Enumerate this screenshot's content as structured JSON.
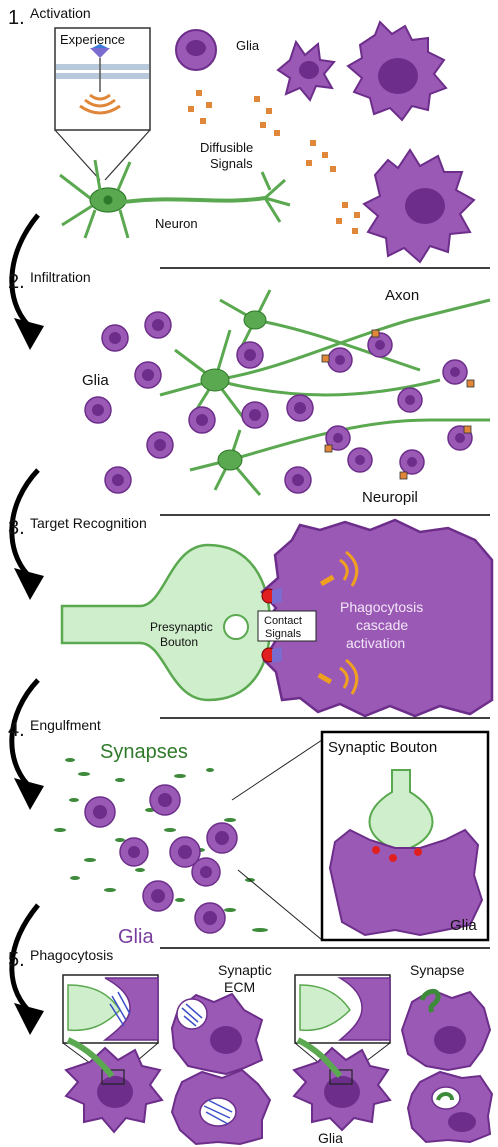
{
  "panels": [
    {
      "number": "1.",
      "title": "Activation"
    },
    {
      "number": "2.",
      "title": "Infiltration"
    },
    {
      "number": "3.",
      "title": "Target Recognition"
    },
    {
      "number": "4.",
      "title": "Engulfment"
    },
    {
      "number": "5.",
      "title": "Phagocytosis"
    }
  ],
  "p1": {
    "inset_title": "Experience",
    "glia": "Glia",
    "signals_line1": "Diffusible",
    "signals_line2": "Signals",
    "neuron": "Neuron"
  },
  "p2": {
    "axon": "Axon",
    "glia": "Glia",
    "neuropil": "Neuropil"
  },
  "p3": {
    "bouton_line1": "Presynaptic",
    "bouton_line2": "Bouton",
    "contact_line1": "Contact",
    "contact_line2": "Signals",
    "cascade_line1": "Phagocytosis",
    "cascade_line2": "cascade",
    "cascade_line3": "activation"
  },
  "p4": {
    "synapses": "Synapses",
    "glia": "Glia",
    "inset_title": "Synaptic Bouton",
    "inset_glia": "Glia"
  },
  "p5": {
    "ecm_line1": "Synaptic",
    "ecm_line2": "ECM",
    "synapse": "Synapse",
    "glia": "Glia"
  },
  "colors": {
    "glia_fill": "#9b59b6",
    "glia_dark": "#6c2e8a",
    "neuron": "#5aa84f",
    "neuron_dark": "#2f7a2a",
    "bouton_fill": "#cfeecb",
    "signal": "#e0873a",
    "contact_red": "#e02020",
    "synapse_green": "#3d8a3a"
  }
}
